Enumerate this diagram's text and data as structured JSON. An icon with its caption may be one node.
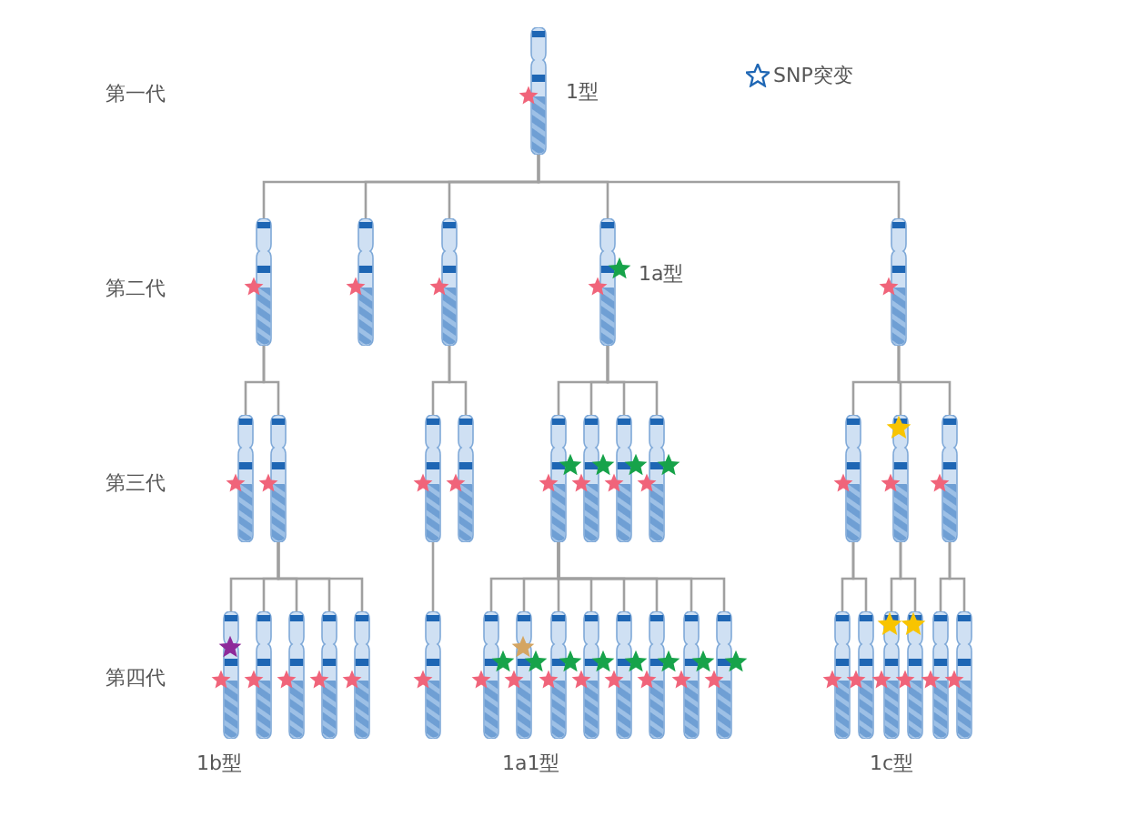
{
  "diagram": {
    "nodes": [
      {
        "text": [],
        "shape": "chromosome",
        "beside": [
          "1型"
        ]
      },
      {
        "text": [],
        "shape": "chromosome"
      },
      {
        "text": [],
        "shape": "chromosome"
      },
      {
        "text": [],
        "shape": "chromosome"
      },
      {
        "text": [],
        "shape": "chromosome",
        "beside": [
          "1a型"
        ]
      },
      {
        "text": [],
        "shape": "chromosome"
      },
      {
        "text": [],
        "shape": "chromosome"
      },
      {
        "text": [],
        "shape": "chromosome"
      },
      {
        "text": [],
        "shape": "chromosome"
      },
      {
        "text": [],
        "shape": "chromosome"
      },
      {
        "text": [],
        "shape": "chromosome"
      },
      {
        "text": [],
        "shape": "chromosome"
      },
      {
        "text": [],
        "shape": "chromosome"
      },
      {
        "text": [],
        "shape": "chromosome"
      },
      {
        "text": [],
        "shape": "chromosome"
      },
      {
        "text": [],
        "shape": "chromosome"
      },
      {
        "text": [],
        "shape": "chromosome"
      },
      {
        "text": [],
        "shape": "chromosome"
      },
      {
        "text": [],
        "shape": "chromosome"
      },
      {
        "text": [],
        "shape": "chromosome"
      },
      {
        "text": [],
        "shape": "chromosome"
      },
      {
        "text": [],
        "shape": "chromosome"
      },
      {
        "text": [],
        "shape": "chromosome"
      },
      {
        "text": [],
        "shape": "chromosome"
      },
      {
        "text": [],
        "shape": "chromosome"
      },
      {
        "text": [],
        "shape": "chromosome"
      },
      {
        "text": [],
        "shape": "chromosome"
      },
      {
        "text": [],
        "shape": "chromosome"
      },
      {
        "text": [],
        "shape": "chromosome"
      },
      {
        "text": [],
        "shape": "chromosome"
      },
      {
        "text": [],
        "shape": "chromosome"
      },
      {
        "text": [],
        "shape": "chromosome"
      },
      {
        "text": [],
        "shape": "chromosome"
      },
      {
        "text": [],
        "shape": "chromosome"
      },
      {
        "text": [],
        "shape": "chromosome"
      },
      {
        "text": [],
        "shape": "chromosome"
      },
      {
        "text": [],
        "shape": "chromosome"
      }
    ],
    "edges": [
      {
        "from": 0,
        "to": 1,
        "arrow": "none"
      },
      {
        "from": 0,
        "to": 2,
        "arrow": "none"
      },
      {
        "from": 0,
        "to": 3,
        "arrow": "none"
      },
      {
        "from": 0,
        "to": 4,
        "arrow": "none"
      },
      {
        "from": 0,
        "to": 5,
        "arrow": "none"
      },
      {
        "from": 1,
        "to": 6,
        "arrow": "none"
      },
      {
        "from": 1,
        "to": 7,
        "arrow": "none"
      },
      {
        "from": 3,
        "to": 8,
        "arrow": "none"
      },
      {
        "from": 3,
        "to": 9,
        "arrow": "none"
      },
      {
        "from": 4,
        "to": 10,
        "arrow": "none"
      },
      {
        "from": 4,
        "to": 11,
        "arrow": "none"
      },
      {
        "from": 4,
        "to": 12,
        "arrow": "none"
      },
      {
        "from": 4,
        "to": 13,
        "arrow": "none"
      },
      {
        "from": 5,
        "to": 14,
        "arrow": "none"
      },
      {
        "from": 5,
        "to": 15,
        "arrow": "none"
      },
      {
        "from": 5,
        "to": 16,
        "arrow": "none"
      },
      {
        "from": 7,
        "to": 17,
        "arrow": "none"
      },
      {
        "from": 7,
        "to": 18,
        "arrow": "none"
      },
      {
        "from": 7,
        "to": 19,
        "arrow": "none"
      },
      {
        "from": 7,
        "to": 20,
        "arrow": "none"
      },
      {
        "from": 7,
        "to": 21,
        "arrow": "none"
      },
      {
        "from": 8,
        "to": 22,
        "arrow": "none"
      },
      {
        "from": 10,
        "to": 23,
        "arrow": "none"
      },
      {
        "from": 10,
        "to": 24,
        "arrow": "none"
      },
      {
        "from": 10,
        "to": 25,
        "arrow": "none"
      },
      {
        "from": 10,
        "to": 26,
        "arrow": "none"
      },
      {
        "from": 10,
        "to": 27,
        "arrow": "none"
      },
      {
        "from": 10,
        "to": 28,
        "arrow": "none"
      },
      {
        "from": 10,
        "to": 29,
        "arrow": "none"
      },
      {
        "from": 10,
        "to": 30,
        "arrow": "none"
      },
      {
        "from": 14,
        "to": 31,
        "arrow": "none"
      },
      {
        "from": 14,
        "to": 32,
        "arrow": "none"
      },
      {
        "from": 15,
        "to": 33,
        "arrow": "none"
      },
      {
        "from": 15,
        "to": 34,
        "arrow": "none"
      },
      {
        "from": 16,
        "to": 35,
        "arrow": "none"
      },
      {
        "from": 16,
        "to": 36,
        "arrow": "none"
      }
    ],
    "labels": [
      "第一代",
      "第二代",
      "第三代",
      "第四代",
      "1b型",
      "1a1型",
      "1c型"
    ],
    "legend": [
      {
        "text": "SNP突变"
      }
    ]
  }
}
